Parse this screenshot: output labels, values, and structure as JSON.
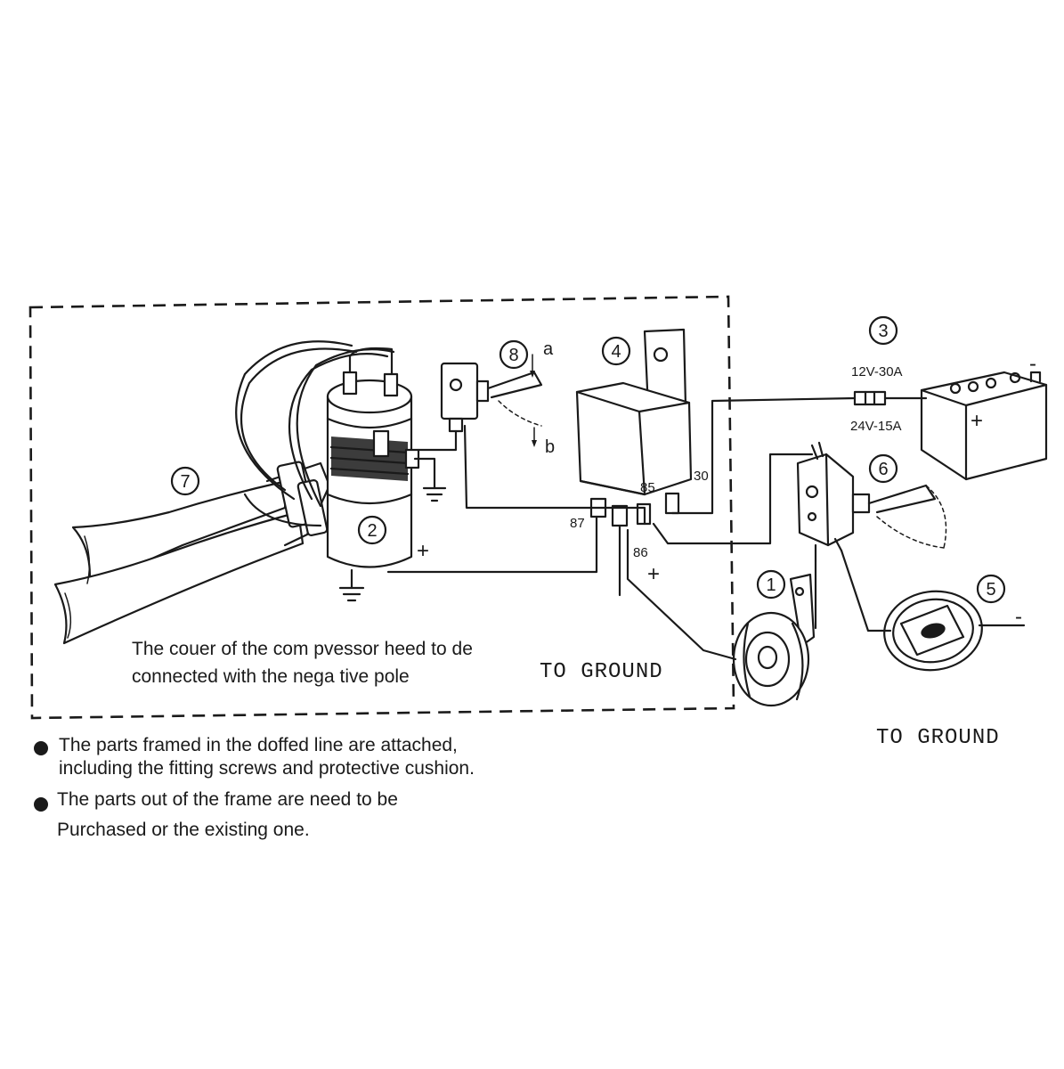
{
  "components": {
    "horn_electric": "1",
    "compressor": "2",
    "battery": "3",
    "relay": "4",
    "steering_wheel": "5",
    "horn_switch": "6",
    "air_horns": "7",
    "toggle_switch": "8"
  },
  "switch_positions": {
    "a": "a",
    "b": "b"
  },
  "relay_terminals": {
    "t87": "87",
    "t85": "85",
    "t30": "30",
    "t86": "86"
  },
  "fuse": {
    "rating_12v": "12V-30A",
    "rating_24v": "24V-15A"
  },
  "signs": {
    "battery_minus": "-",
    "battery_plus": "+",
    "compressor_plus": "+",
    "relay86_plus": "+",
    "steering_minus": "-"
  },
  "frame_note": {
    "line1": "The couer of the com pvessor heed to de",
    "line2": "connected with the nega tive pole"
  },
  "ground_labels": {
    "inside": "TO GROUND",
    "outside": "TO GROUND"
  },
  "bullets": [
    {
      "line1": "The parts framed in the doffed line are attached,",
      "line2": "including the fitting screws and protective cushion."
    },
    {
      "line1": "The parts out of the frame are need to be",
      "line2": "Purchased or the existing one."
    }
  ]
}
